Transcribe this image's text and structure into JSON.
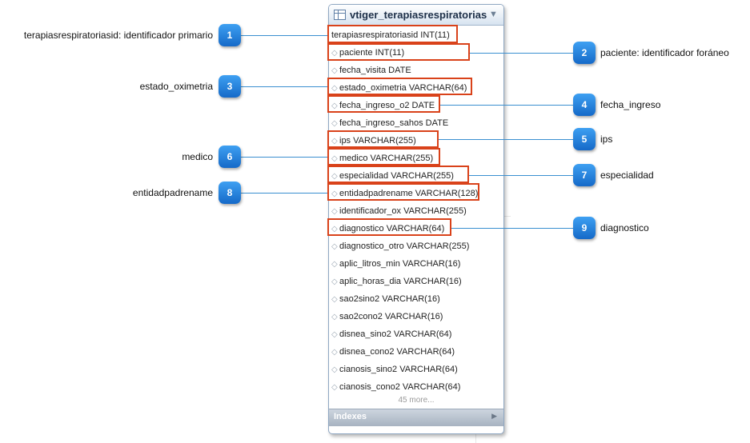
{
  "table": {
    "name": "vtiger_terapiasrespiratorias",
    "columns": [
      {
        "text": "terapiasrespiratoriasid INT(11)",
        "icon": "key"
      },
      {
        "text": "paciente INT(11)",
        "icon": "diamond"
      },
      {
        "text": "fecha_visita DATE",
        "icon": "diamond"
      },
      {
        "text": "estado_oximetria VARCHAR(64)",
        "icon": "diamond"
      },
      {
        "text": "fecha_ingreso_o2 DATE",
        "icon": "diamond"
      },
      {
        "text": "fecha_ingreso_sahos DATE",
        "icon": "diamond"
      },
      {
        "text": "ips VARCHAR(255)",
        "icon": "diamond"
      },
      {
        "text": "medico VARCHAR(255)",
        "icon": "diamond"
      },
      {
        "text": "especialidad VARCHAR(255)",
        "icon": "diamond"
      },
      {
        "text": "entidadpadrename VARCHAR(128)",
        "icon": "diamond"
      },
      {
        "text": "identificador_ox VARCHAR(255)",
        "icon": "diamond"
      },
      {
        "text": "diagnostico VARCHAR(64)",
        "icon": "diamond"
      },
      {
        "text": "diagnostico_otro VARCHAR(255)",
        "icon": "diamond"
      },
      {
        "text": "aplic_litros_min VARCHAR(16)",
        "icon": "diamond"
      },
      {
        "text": "aplic_horas_dia VARCHAR(16)",
        "icon": "diamond"
      },
      {
        "text": "sao2sino2 VARCHAR(16)",
        "icon": "diamond"
      },
      {
        "text": "sao2cono2 VARCHAR(16)",
        "icon": "diamond"
      },
      {
        "text": "disnea_sino2 VARCHAR(64)",
        "icon": "diamond"
      },
      {
        "text": "disnea_cono2 VARCHAR(64)",
        "icon": "diamond"
      },
      {
        "text": "cianosis_sino2 VARCHAR(64)",
        "icon": "diamond"
      },
      {
        "text": "cianosis_cono2 VARCHAR(64)",
        "icon": "diamond"
      }
    ],
    "more_text": "45 more...",
    "indexes_label": "Indexes"
  },
  "callouts": [
    {
      "number": "1",
      "label": "terapiasrespiratoriasid: identificador primario"
    },
    {
      "number": "2",
      "label": "paciente: identificador foráneo"
    },
    {
      "number": "3",
      "label": "estado_oximetria"
    },
    {
      "number": "4",
      "label": "fecha_ingreso"
    },
    {
      "number": "5",
      "label": "ips"
    },
    {
      "number": "6",
      "label": "medico"
    },
    {
      "number": "7",
      "label": "especialidad"
    },
    {
      "number": "8",
      "label": "entidadpadrename"
    },
    {
      "number": "9",
      "label": "diagnostico"
    }
  ],
  "colors": {
    "callout": "#1f7fe0",
    "highlight": "#d9421a",
    "connector": "#3a8fd0"
  }
}
